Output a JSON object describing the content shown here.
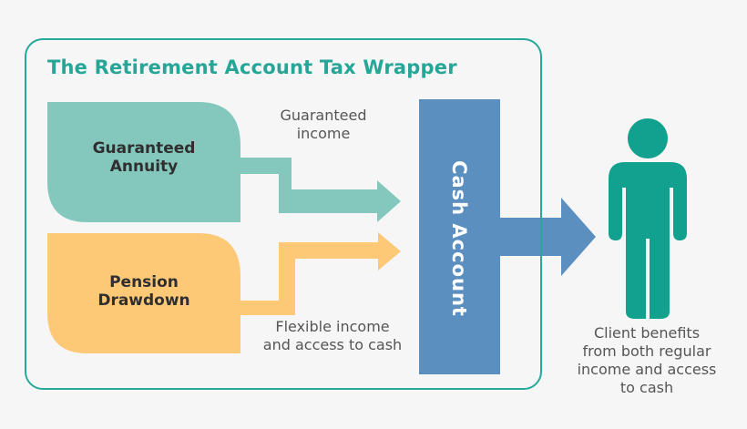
{
  "title": "The Retirement Account Tax Wrapper",
  "boxes": {
    "annuity": {
      "line1": "Guaranteed",
      "line2": "Annuity",
      "color": "#84c8bd"
    },
    "drawdown": {
      "line1": "Pension",
      "line2": "Drawdown",
      "color": "#fdc977"
    }
  },
  "flows": {
    "annuity": {
      "line1": "Guaranteed",
      "line2": "income"
    },
    "drawdown": {
      "line1": "Flexible income",
      "line2": "and access to cash"
    }
  },
  "cash_account": {
    "label": "Cash Account",
    "color": "#5b8fc0"
  },
  "client": {
    "lines": [
      "Client benefits",
      "from both regular",
      "income and access",
      "to cash"
    ],
    "icon": "person-icon",
    "color": "#12a08f"
  },
  "colors": {
    "accent": "#26a697",
    "frame": "#25a99a"
  }
}
